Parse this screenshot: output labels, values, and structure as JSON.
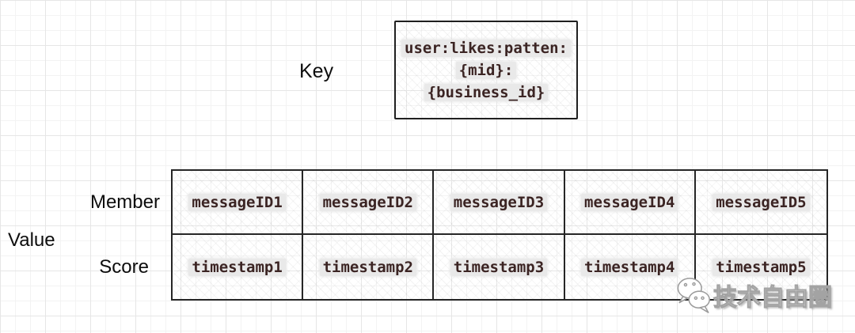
{
  "key_section": {
    "label": "Key",
    "lines": [
      "user:likes:patten:",
      "{mid}:",
      "{business_id}"
    ]
  },
  "value_section": {
    "label": "Value",
    "row_labels": {
      "member": "Member",
      "score": "Score"
    },
    "member": [
      "messageID1",
      "messageID2",
      "messageID3",
      "messageID4",
      "messageID5"
    ],
    "score": [
      "timestamp1",
      "timestamp2",
      "timestamp3",
      "timestamp4",
      "timestamp5"
    ]
  },
  "watermark": {
    "icon": "wechat-bubbles-icon",
    "text": "技术自由圈"
  },
  "colors": {
    "mono_text": "#3b2423",
    "text_highlight": "#e9e9e9",
    "table_border": "#262626",
    "grid_minor": "#f3f3f3",
    "grid_major": "#e6e6e6",
    "watermark_outline": "#a3a3a3"
  }
}
